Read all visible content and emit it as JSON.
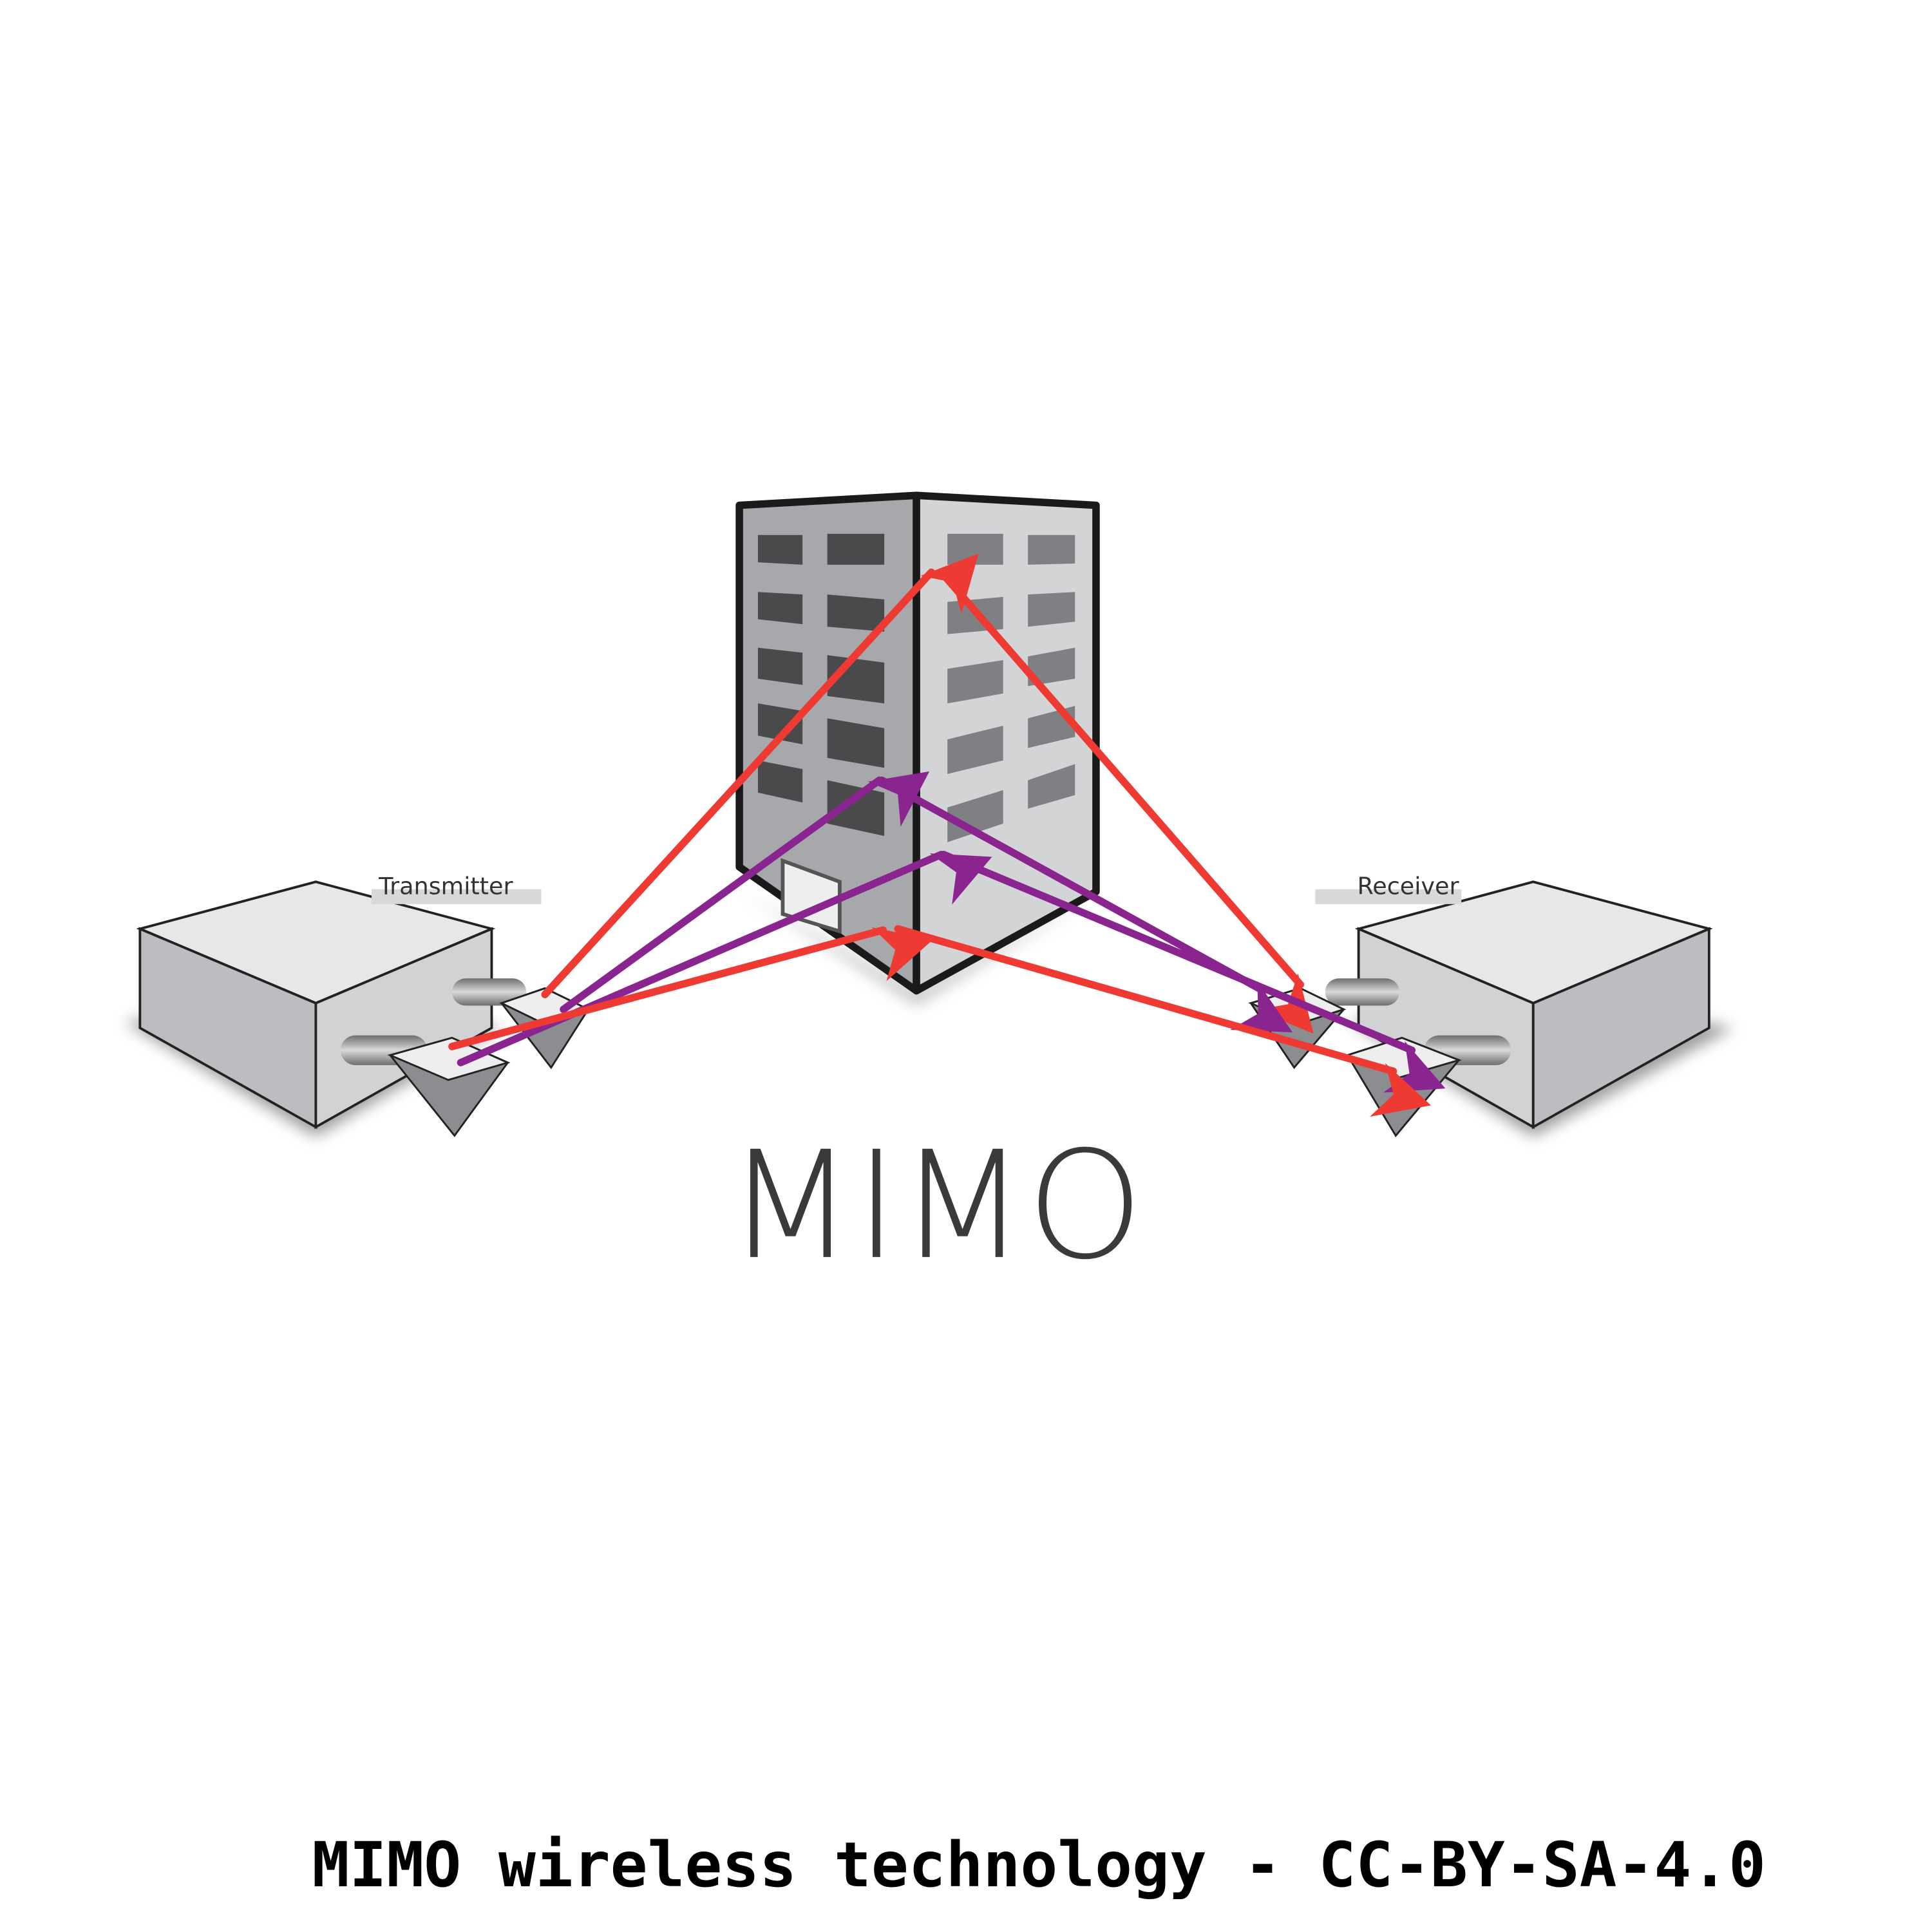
{
  "diagram": {
    "transmitter_label": "Transmitter",
    "receiver_label": "Receiver",
    "title": "MIMO",
    "caption": "MIMO wireless technology - CC-BY-SA-4.0"
  },
  "colors": {
    "red_path": "#ee3a33",
    "purple_path": "#8a2590",
    "building_left": "#a7a8ab",
    "building_right": "#d3d4d6",
    "window_dark": "#4a4a4c",
    "window_light": "#7f8083"
  }
}
